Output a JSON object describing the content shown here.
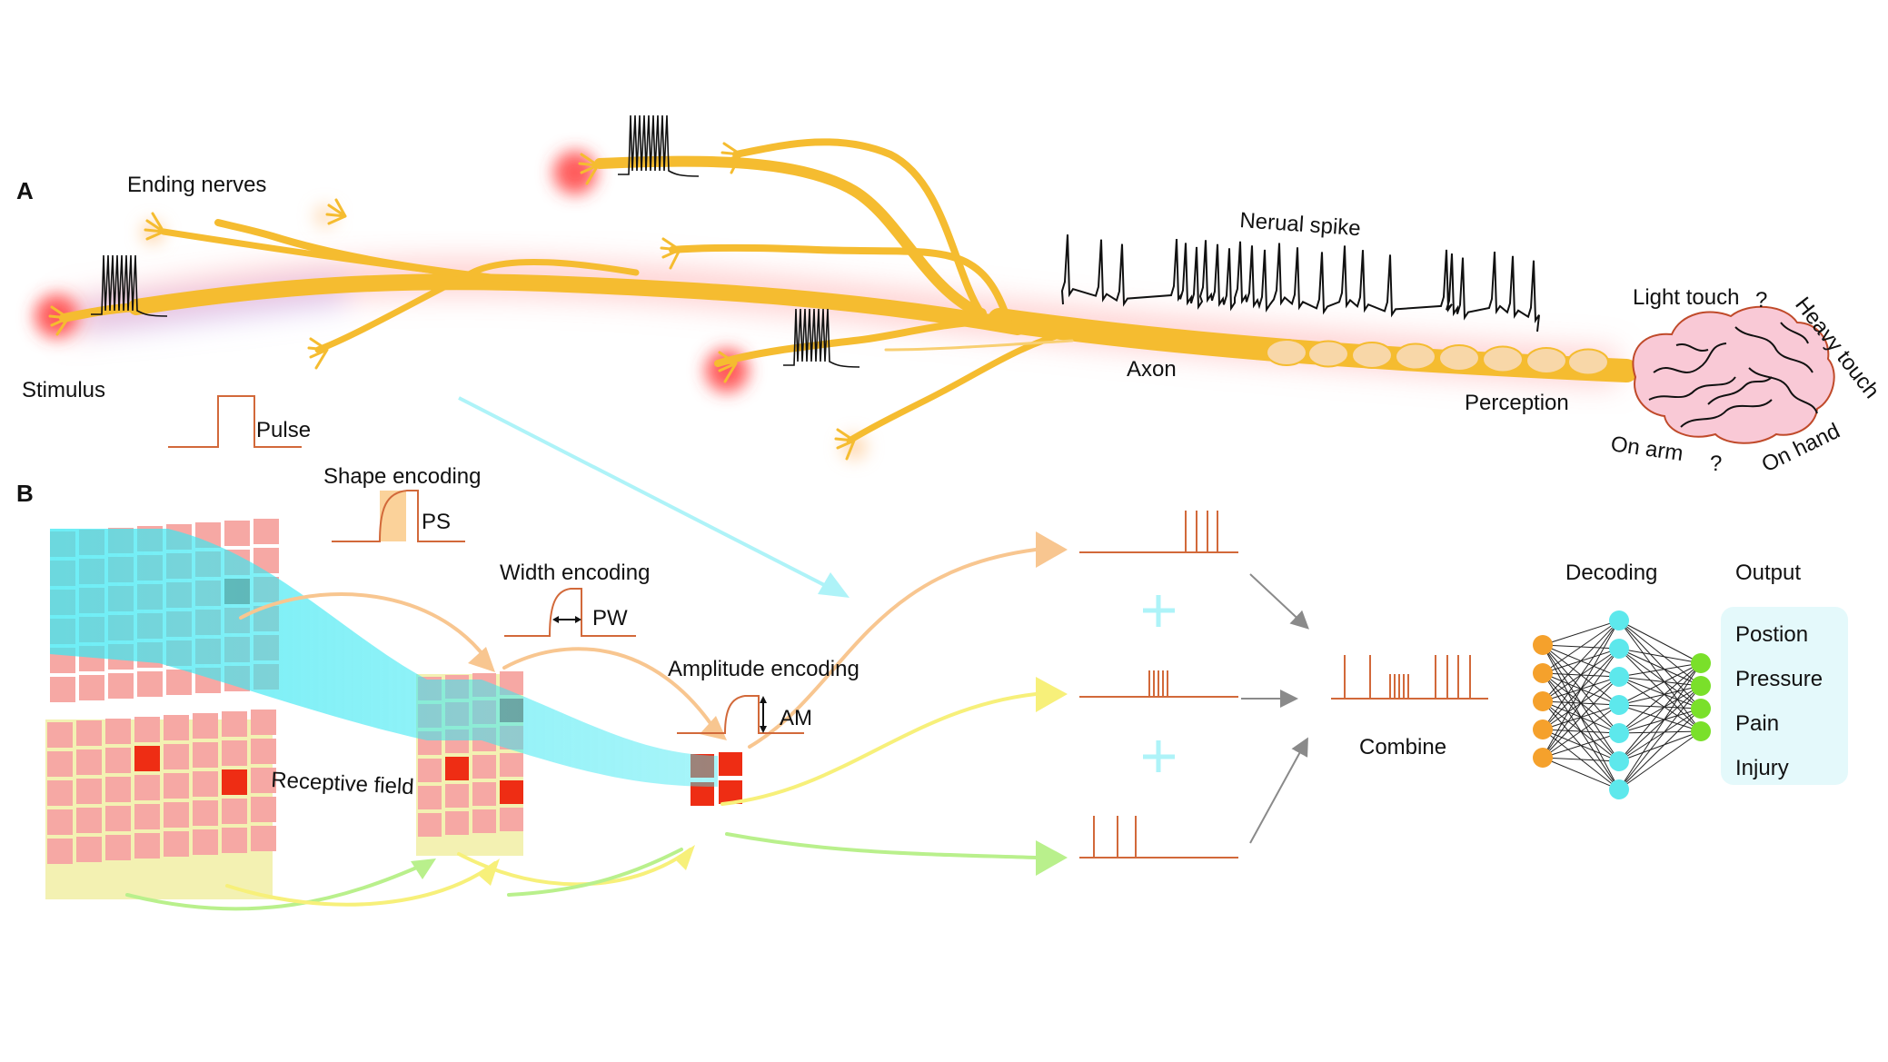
{
  "panels": {
    "a": "A",
    "b": "B"
  },
  "top": {
    "ending_nerves": "Ending nerves",
    "stimulus": "Stimulus",
    "pulse": "Pulse",
    "neural_spike": "Nerual spike",
    "axon": "Axon",
    "perception": "Perception",
    "light_touch": "Light touch",
    "heavy_touch": "Heavy touch",
    "on_arm": "On arm",
    "on_hand": "On hand",
    "question": "?"
  },
  "bottom": {
    "shape_encoding": "Shape encoding",
    "ps": "PS",
    "width_encoding": "Width encoding",
    "pw": "PW",
    "amplitude_encoding": "Amplitude encoding",
    "am": "AM",
    "receptive_field": "Receptive field",
    "combine": "Combine",
    "decoding": "Decoding",
    "output": "Output",
    "outputs": [
      "Postion",
      "Pressure",
      "Pain",
      "Injury"
    ]
  },
  "colors": {
    "nerve": "#f5bc30",
    "glow": "#ff5a5a",
    "pulse_line": "#d2693a",
    "cyan": "#3de8f2",
    "orange_arrow": "#f8c690",
    "yellow_arrow": "#f7f07a",
    "green_arrow": "#b9f08c",
    "grid_pink": "#f6a8a4",
    "grid_yellow": "#f3f1b2",
    "grid_red": "#ee2d14",
    "node_orange": "#f5a12c",
    "node_cyan": "#5de8ec",
    "node_green": "#7ae02a",
    "output_box": "#e4f9fb"
  },
  "network": {
    "input_nodes": 5,
    "hidden_nodes": 7,
    "output_nodes": 4
  }
}
